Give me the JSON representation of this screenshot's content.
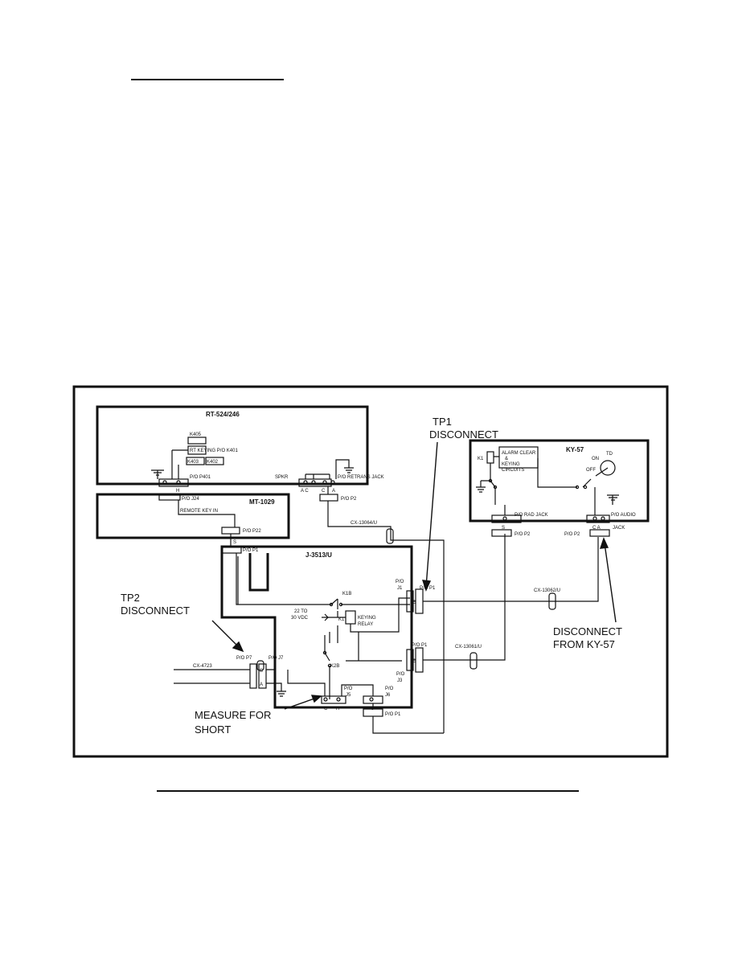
{
  "page": {
    "background": "#ffffff",
    "ink": "#111111"
  },
  "figure": {
    "units": {
      "rt": "RT-524/246",
      "mt": "MT-1029",
      "junction": "J-3513/U",
      "ky": "KY-57"
    },
    "labels": {
      "k405": "K405",
      "rt_keying": "RT KEYING P/O K401",
      "k403": "K403",
      "k402": "K402",
      "p401": "P/O P401",
      "h": "H",
      "spkr": "SPKR",
      "ac": "A C",
      "c1": "C",
      "a1": "A",
      "retrans_jack": "P/O RETRANS JACK",
      "p2_rt": "P/O P2",
      "j24": "P/O J24",
      "remote_key_in": "REMOTE KEY IN",
      "p22": "P/O P22",
      "s1": "S",
      "p1_top": "P/O P1",
      "cx13064": "CX-13064/U",
      "k1b": "K1B",
      "vdc_line1": "22 TO",
      "vdc_line2": "30 VDC",
      "k1": "K1",
      "keying": "KEYING",
      "relay": "RELAY",
      "po_j1_a": "P/O",
      "po_j1_b": "J1",
      "c_j1": "C",
      "p1_j1": "P/O P1",
      "k2b": "K2B",
      "p1_j3": "P/O P1",
      "po_j3_a": "P/O",
      "po_j3_b": "J3",
      "c_j3": "C",
      "cx13061": "CX-13061/U",
      "p7": "P/O P7",
      "j7": "P/O J7",
      "s_j7": "S",
      "a_j7": "A",
      "cx4723": "CX-4723",
      "po_j5_a": "P/O",
      "po_j5_b": "J5",
      "po_j6_a": "P/O",
      "po_j6_b": "J6",
      "c_j5": "C",
      "a_j5": "A",
      "j_j6": "J",
      "p1_j6": "P/O P1",
      "ky_k1": "K1",
      "alarm_clear": "ALARM CLEAR",
      "amp": "&",
      "keying_ky": "KEYING",
      "circuits": "CIRCUITS",
      "on": "ON",
      "off": "OFF",
      "td": "TD",
      "rad_jack": "P/O RAD JACK",
      "s_ky": "S",
      "ca_ky": "C A",
      "audio_jack_a": "P/O AUDIO",
      "audio_jack_b": "JACK",
      "p2_rad": "P/O P2",
      "p2_audio": "P/O P2",
      "cx13062": "CX-13062/U"
    },
    "callouts": {
      "tp1_line1": "TP1",
      "tp1_line2": "DISCONNECT",
      "tp2_line1": "TP2",
      "tp2_line2": "DISCONNECT",
      "measure_line1": "MEASURE FOR",
      "measure_line2": "SHORT",
      "ky_disc_line1": "DISCONNECT",
      "ky_disc_line2": "FROM KY-57"
    }
  }
}
